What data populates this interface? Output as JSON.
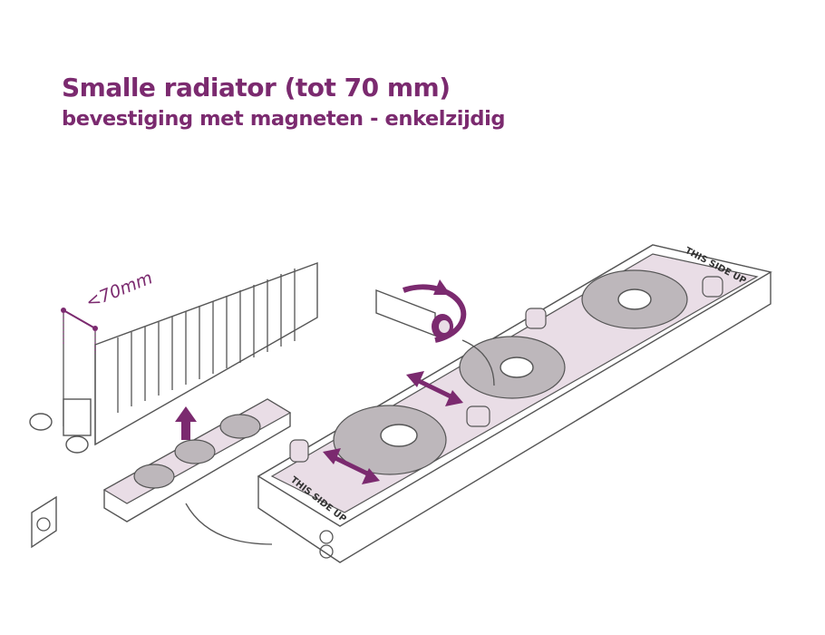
{
  "title": "Smalle radiator (tot 70 mm)",
  "subtitle": "bevestiging met magneten - enkelzijdig",
  "dimension_label": "<70mm",
  "device_label": "THIS SIDE UP",
  "colors": {
    "accent": "#7b2a6f",
    "tint": "#e9dde6",
    "fan": "#bdb7bb"
  }
}
